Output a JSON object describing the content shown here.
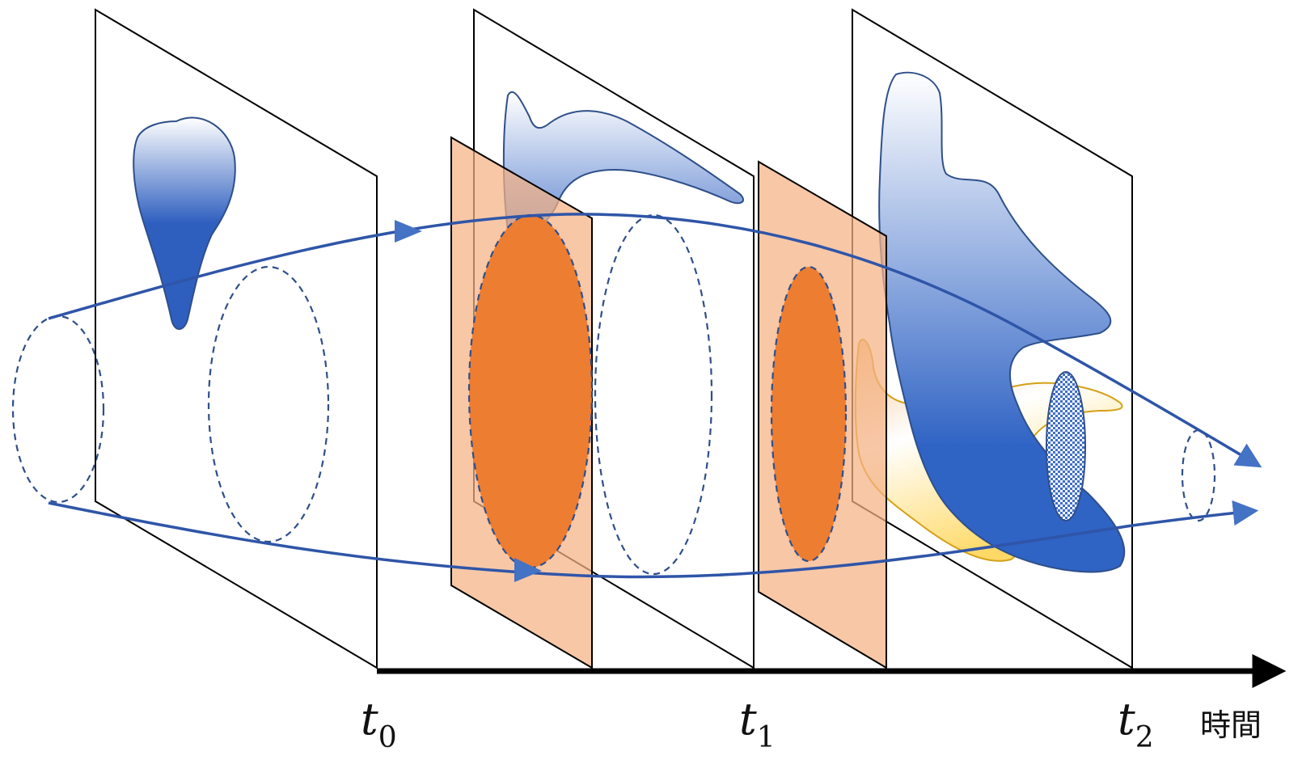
{
  "axis": {
    "label": "時間",
    "ticks": [
      {
        "symbol": "t",
        "subscript": "0"
      },
      {
        "symbol": "t",
        "subscript": "1"
      },
      {
        "symbol": "t",
        "subscript": "2"
      }
    ]
  },
  "colors": {
    "plane_stroke": "#000000",
    "flow_blue": "#4472c4",
    "dashed_outline": "#2f4f8a",
    "blob_dark": "#2e5fbf",
    "blob_light": "#ffffff",
    "orange_fill": "#ed7d31",
    "orange_plane": "#f4b183",
    "yellow_stroke": "#d4a017",
    "yellow_fill": "#ffd966"
  }
}
